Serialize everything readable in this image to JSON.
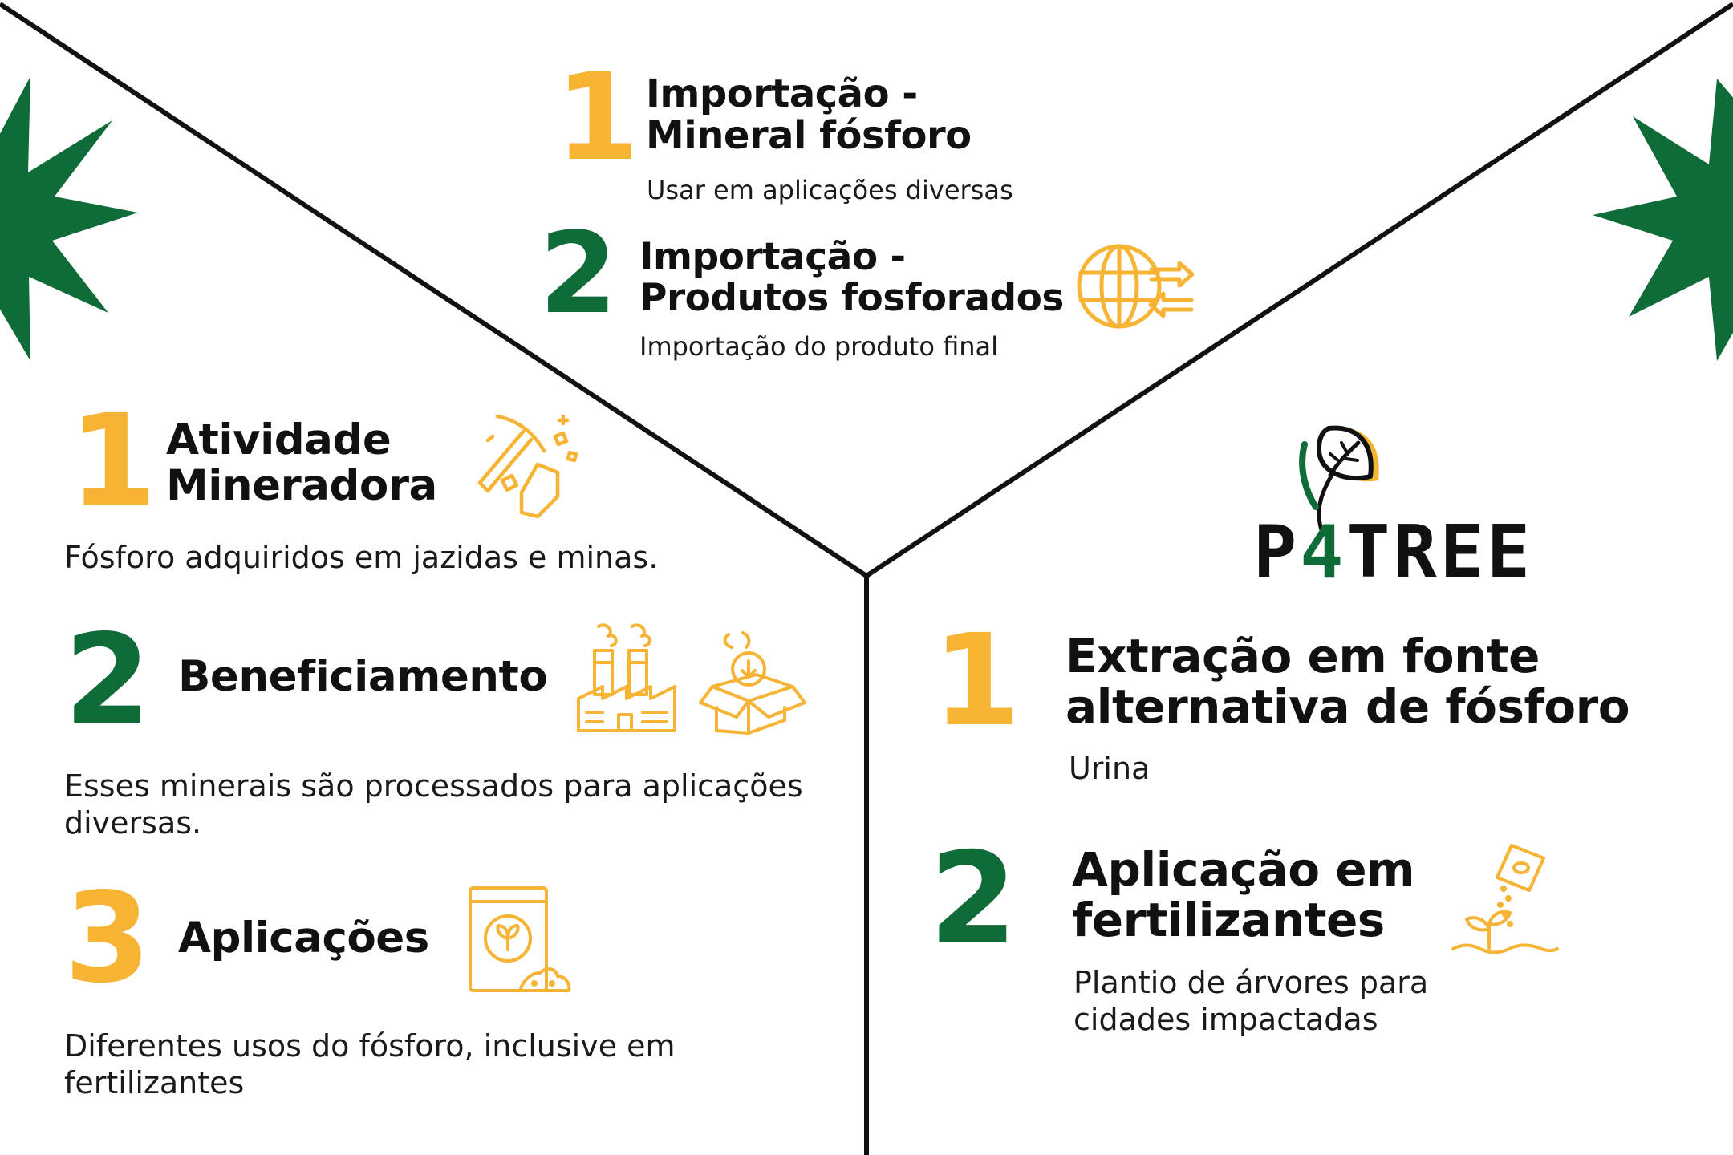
{
  "colors": {
    "yellow": "#f6b334",
    "green": "#0f6b37",
    "black": "#111111",
    "divider": "#111111"
  },
  "imports": {
    "item1": {
      "number": "1",
      "title_line1": "Importação -",
      "title_line2": "Mineral fósforo",
      "description": "Usar em aplicações diversas"
    },
    "item2": {
      "number": "2",
      "title_line1": "Importação -",
      "title_line2": "Produtos fosforados",
      "description": "Importação do produto final",
      "icon": "globe-exchange-icon"
    }
  },
  "national": {
    "item1": {
      "number": "1",
      "title_line1": "Atividade",
      "title_line2": "Mineradora",
      "description": "Fósforo adquiridos em jazidas e minas.",
      "icon": "pickaxe-mining-icon"
    },
    "item2": {
      "number": "2",
      "title": "Beneficiamento",
      "description": "Esses minerais são processados para aplicações diversas.",
      "icons": [
        "factory-icon",
        "box-icon"
      ]
    },
    "item3": {
      "number": "3",
      "title": "Aplicações",
      "description": "Diferentes usos do fósforo, inclusive em fertilizantes",
      "icon": "fertilizer-bag-icon"
    }
  },
  "ptree": {
    "logo": {
      "p": "P",
      "four": "4",
      "rest": "TREE"
    },
    "item1": {
      "number": "1",
      "title_line1": "Extração em fonte",
      "title_line2": "alternativa de fósforo",
      "description": "Urina"
    },
    "item2": {
      "number": "2",
      "title_line1": "Aplicação em",
      "title_line2": "fertilizantes",
      "description": "Plantio de árvores para cidades impactadas",
      "icon": "sprout-seed-icon"
    }
  }
}
